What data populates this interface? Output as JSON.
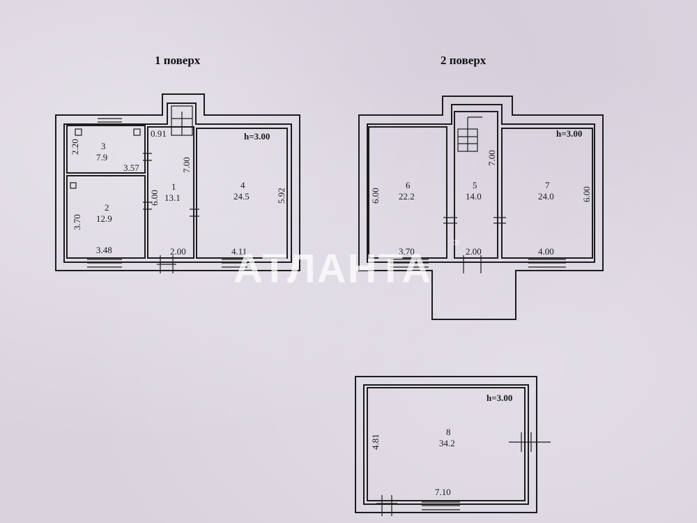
{
  "floors": {
    "floor1_title": "1 поверх",
    "floor2_title": "2 поверх"
  },
  "height_label": "h=3.00",
  "rooms": [
    {
      "id": "1",
      "area": "13.1"
    },
    {
      "id": "2",
      "area": "12.9"
    },
    {
      "id": "3",
      "area": "7.9"
    },
    {
      "id": "4",
      "area": "24.5"
    },
    {
      "id": "5",
      "area": "14.0"
    },
    {
      "id": "6",
      "area": "22.2"
    },
    {
      "id": "7",
      "area": "24.0"
    },
    {
      "id": "8",
      "area": "34.2"
    }
  ],
  "dimensions": {
    "f1_room3_side": "2.20",
    "f1_room3_bottom": "3.57",
    "f1_room2_side": "3.70",
    "f1_room2_bottom": "3.48",
    "f1_stair_width": "0.91",
    "f1_hall_length": "7.00",
    "f1_hall_side": "6.00",
    "f1_hall_bottom": "2.00",
    "f1_room4_side": "5.92",
    "f1_room4_bottom": "4.11",
    "f2_room6_side": "6.00",
    "f2_room6_bottom": "3.70",
    "f2_room5_length": "7.00",
    "f2_room5_bottom": "2.00",
    "f2_room7_side": "6.00",
    "f2_room7_bottom": "4.00",
    "f3_room8_side": "4.81",
    "f3_room8_bottom": "7.10"
  },
  "watermark": {
    "text": "АТЛАНТА",
    "mark": "®"
  }
}
